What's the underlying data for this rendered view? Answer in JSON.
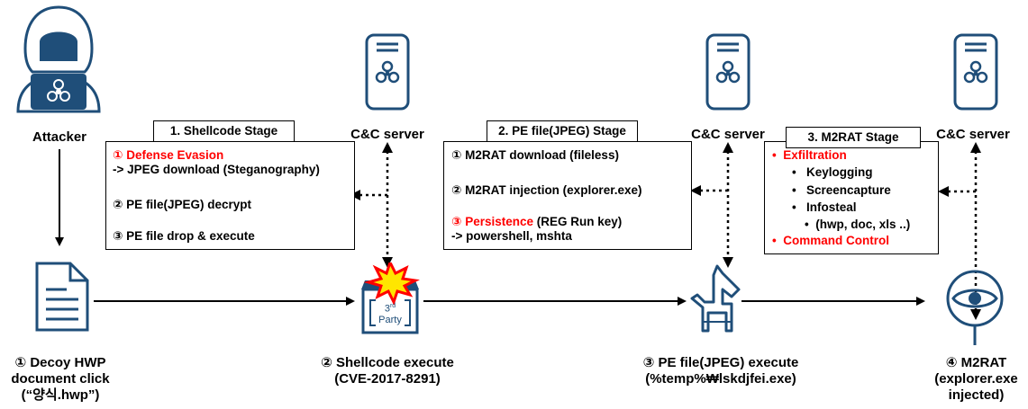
{
  "actors": {
    "attacker": "Attacker",
    "cc1": "C&C server",
    "cc2": "C&C server",
    "cc3": "C&C server"
  },
  "stage1": {
    "title": "1. Shellcode Stage",
    "line1_num": "①",
    "line1_red": "Defense Evasion",
    "line2": "-> JPEG download (Steganography)",
    "line3": "② PE file(JPEG) decrypt",
    "line4": "③ PE file drop & execute"
  },
  "stage2": {
    "title": "2. PE file(JPEG) Stage",
    "line1": "① M2RAT download (fileless)",
    "line2": "② M2RAT injection (explorer.exe)",
    "line3_num": "③",
    "line3_red": "Persistence",
    "line3_rest": "(REG Run key)",
    "line4": "-> powershell, mshta"
  },
  "stage3": {
    "title": "3. M2RAT Stage",
    "exfil": "Exfiltration",
    "keylog": "Keylogging",
    "screen": "Screencapture",
    "infosteal": "Infosteal",
    "formats": "(hwp, doc, xls ..)",
    "cmd": "Command Control"
  },
  "steps": {
    "s1_l1": "① Decoy HWP",
    "s1_l2": "document click",
    "s1_l3": "(“양식.hwp”)",
    "s2_l1": "② Shellcode execute",
    "s2_l2": "(CVE-2017-8291)",
    "s3_l1": "③ PE file(JPEG) execute",
    "s3_l2": "(%temp%₩lskdjfei.exe)",
    "s4_l1": "④ M2RAT",
    "s4_l2": "(explorer.exe",
    "s4_l3": "injected)"
  },
  "icons": {
    "party_top": "3",
    "party_sup": "rd",
    "party_bottom": "Party"
  },
  "colors": {
    "icon_blue": "#1f4e79",
    "highlight_red": "#ff0000",
    "burst_yellow": "#ffe600",
    "burst_red": "#ff0000"
  }
}
